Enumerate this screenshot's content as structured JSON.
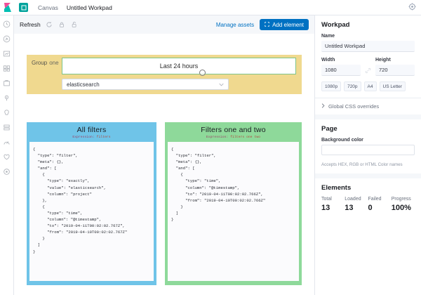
{
  "topbar": {
    "logo_icon": "kibana-logo-icon",
    "app_badge": "canvas-app-badge",
    "breadcrumb_app": "Canvas",
    "breadcrumb_page": "Untitled Workpad",
    "settings_icon": "settings-icon"
  },
  "rail": {
    "items": [
      {
        "icon": "recently-viewed-icon"
      },
      {
        "icon": "discover-icon"
      },
      {
        "icon": "visualize-icon"
      },
      {
        "icon": "dashboard-icon"
      },
      {
        "icon": "canvas-icon"
      },
      {
        "icon": "maps-icon"
      },
      {
        "icon": "machine-learning-icon"
      },
      {
        "icon": "infrastructure-icon"
      },
      {
        "icon": "apm-icon"
      },
      {
        "icon": "uptime-icon"
      },
      {
        "icon": "management-icon"
      }
    ]
  },
  "toolbar": {
    "refresh_label": "Refresh",
    "refresh_icon": "refresh-cycle-icon",
    "lock_icon": "lock-icon",
    "unlock_icon": "unlock-icon",
    "manage_assets_label": "Manage assets",
    "add_element_label": "Add element",
    "add_element_icon": "add-element-icon"
  },
  "workpad_canvas": {
    "group": {
      "label": "Group",
      "name": "one",
      "time_filter_value": "Last 24 hours",
      "datasource_value": "elasticsearch",
      "caret_icon": "chevron-down-icon"
    },
    "panels": [
      {
        "title": "All filters",
        "sub_label": "Expression:",
        "sub_value": "filters",
        "color": "#6fc4e8",
        "code": "{\n  \"type\": \"filter\",\n  \"meta\": {},\n  \"and\": [\n    {\n      \"type\": \"exactly\",\n      \"value\": \"elasticsearch\",\n      \"column\": \"project\"\n    },\n    {\n      \"type\": \"time\",\n      \"column\": \"@timestamp\",\n      \"to\": \"2019-04-11T00:02:02.767Z\",\n      \"from\": \"2019-04-10T00:02:02.767Z\"\n    }\n  ]\n}"
      },
      {
        "title": "Filters one and two",
        "sub_label": "Expression:",
        "sub_value": "filters one two",
        "color": "#8ed99a",
        "code": "{\n  \"type\": \"filter\",\n  \"meta\": {},\n  \"and\": [\n    {\n      \"type\": \"time\",\n      \"column\": \"@timestamp\",\n      \"to\": \"2019-04-11T00:02:02.766Z\",\n      \"from\": \"2019-04-10T00:02:02.766Z\"\n    }\n  ]\n}"
      }
    ]
  },
  "sidebar": {
    "workpad": {
      "title": "Workpad",
      "name_label": "Name",
      "name_value": "Untitled Workpad",
      "width_label": "Width",
      "width_value": "1080",
      "height_label": "Height",
      "height_value": "720",
      "link_icon": "link-dimensions-icon",
      "presets": [
        "1080p",
        "720p",
        "A4",
        "US Letter"
      ],
      "css_overrides_label": "Global CSS overrides",
      "css_overrides_caret": "chevron-right-icon"
    },
    "page": {
      "title": "Page",
      "background_label": "Background color",
      "background_value": "",
      "helper_text": "Accepts HEX, RGB or HTML Color names"
    },
    "elements": {
      "title": "Elements",
      "stats": [
        {
          "label": "Total",
          "value": "13"
        },
        {
          "label": "Loaded",
          "value": "13"
        },
        {
          "label": "Failed",
          "value": "0"
        },
        {
          "label": "Progress",
          "value": "100%"
        }
      ]
    }
  }
}
